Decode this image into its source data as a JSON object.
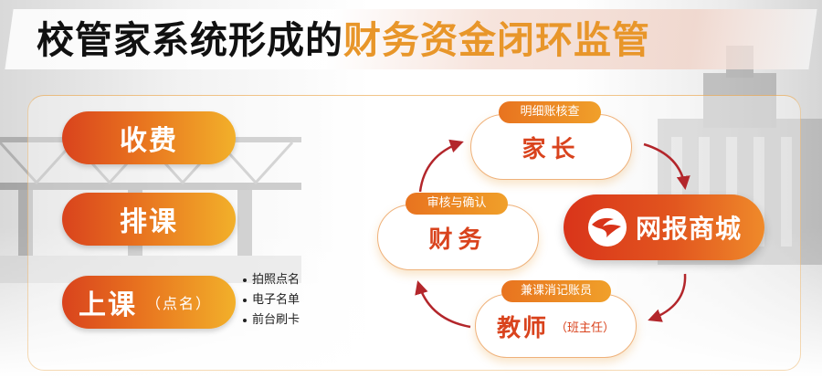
{
  "title": {
    "dark": "校管家系统形成的",
    "accent": "财务资金闭环监管"
  },
  "left_steps": [
    {
      "label": "收费"
    },
    {
      "label": "排课"
    },
    {
      "label": "上课",
      "sub": "（点名）"
    }
  ],
  "class_methods": [
    "拍照点名",
    "电子名单",
    "前台刷卡"
  ],
  "cycle": {
    "top": {
      "tag": "明细账核查",
      "label": "家长"
    },
    "left": {
      "tag": "审核与确认",
      "label": "财务"
    },
    "bottom": {
      "tag": "兼课消记账员",
      "label": "教师",
      "sub": "（班主任）"
    },
    "hub": {
      "label": "网报商城",
      "icon": "swirl-logo-icon"
    }
  },
  "colors": {
    "accent_orange": "#e8962a",
    "accent_red": "#d9431d",
    "arrow_red": "#b3262b",
    "title_dark": "#111111"
  }
}
